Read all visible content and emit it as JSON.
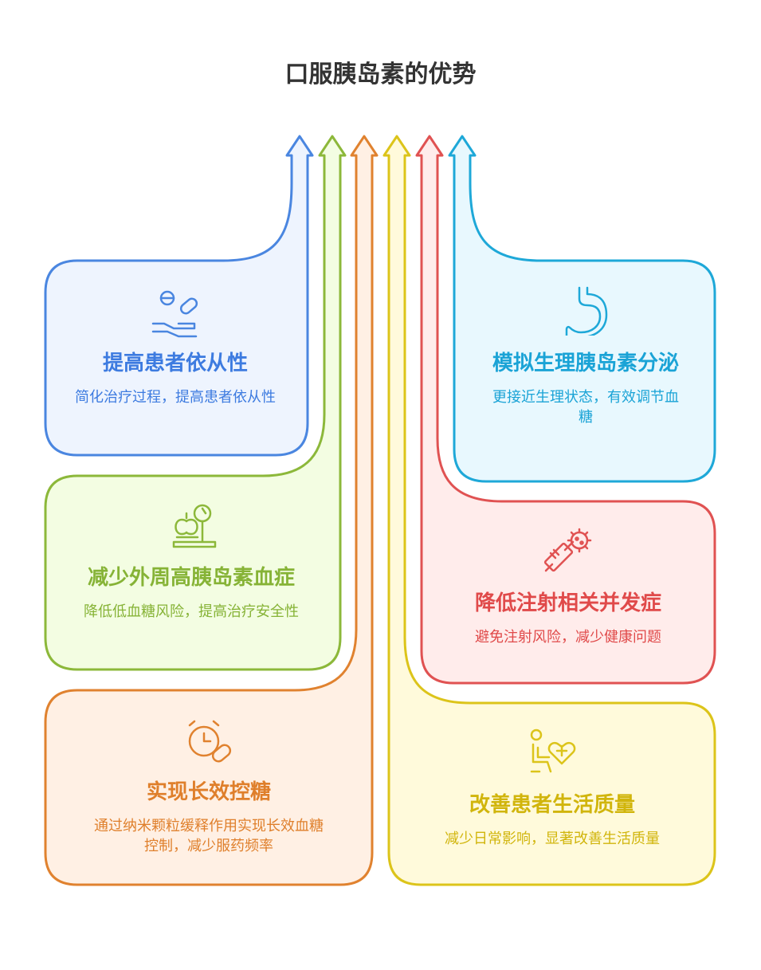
{
  "title": "口服胰岛素的优势",
  "cards": [
    {
      "id": "compliance",
      "title": "提高患者依从性",
      "desc": "简化治疗过程，提高患者依从性",
      "icon": "hand-pills-icon",
      "stroke": "#4a86e0",
      "fill": "#eef4fe",
      "text": "#3d7be0"
    },
    {
      "id": "hyperinsulinemia",
      "title": "减少外周高胰岛素血症",
      "desc": "降低低血糖风险，提高治疗安全性",
      "icon": "scale-apple-icon",
      "stroke": "#8cb83a",
      "fill": "#f3fde2",
      "text": "#86b336"
    },
    {
      "id": "long-acting",
      "title": "实现长效控糖",
      "desc": "通过纳米颗粒缓释作用实现长效血糖控制，减少服药频率",
      "icon": "alarm-pill-icon",
      "stroke": "#e0822f",
      "fill": "#fff0e4",
      "text": "#df7f2b"
    },
    {
      "id": "quality-of-life",
      "title": "改善患者生活质量",
      "desc": "减少日常影响，显著改善生活质量",
      "icon": "person-heart-icon",
      "stroke": "#dcc41a",
      "fill": "#fffadb",
      "text": "#d1b50c"
    },
    {
      "id": "injection",
      "title": "降低注射相关并发症",
      "desc": "避免注射风险，减少健康问题",
      "icon": "syringe-virus-icon",
      "stroke": "#e05252",
      "fill": "#ffeceb",
      "text": "#e04a4a"
    },
    {
      "id": "physiological",
      "title": "模拟生理胰岛素分泌",
      "desc": "更接近生理状态，有效调节血糖",
      "icon": "stomach-icon",
      "stroke": "#1ea8d8",
      "fill": "#e8f8fe",
      "text": "#1aa3d6"
    }
  ]
}
